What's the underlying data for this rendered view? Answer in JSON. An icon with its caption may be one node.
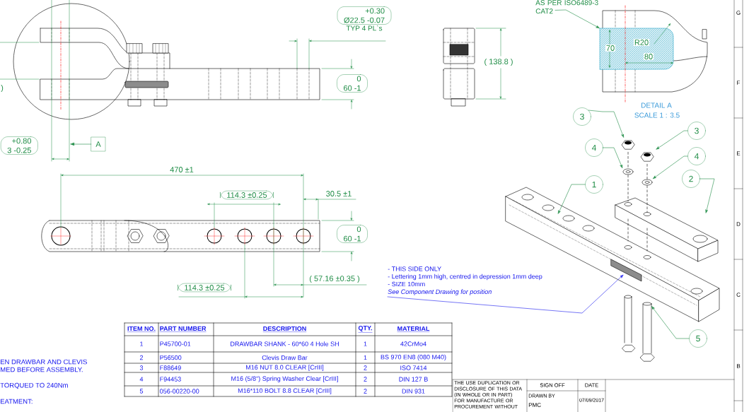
{
  "diagram": {
    "nodes": [
      {
        "text": [
          "+0.30",
          "Ø22.5 -0.07"
        ],
        "beside": [
          "TYP 4 PL`s"
        ]
      },
      {
        "text": [
          "0",
          "60 -1"
        ]
      },
      {
        "text": [
          "+0.80",
          "3 -0.25"
        ]
      },
      {
        "text": [
          "A"
        ]
      },
      {
        "text": [
          "AS PER ISO6489-3 CAT2"
        ]
      },
      {
        "text": [
          "114.3 ±0.25"
        ]
      },
      {
        "text": [
          "0",
          "60 -1"
        ]
      },
      {
        "text": [
          "114.3 ±0.25"
        ]
      },
      {
        "text": [
          "- THIS SIDE ONLY",
          "- Lettering 1mm high, centred in depression 1mm deep",
          "- SIZE 10mm",
          "See Component Drawing for position"
        ]
      },
      {
        "text": [
          "3"
        ]
      },
      {
        "text": [
          "3"
        ]
      },
      {
        "text": [
          "4"
        ]
      },
      {
        "text": [
          "4"
        ]
      },
      {
        "text": [
          "1"
        ]
      },
      {
        "text": [
          "2"
        ]
      },
      {
        "text": [
          "5"
        ]
      },
      {
        "text": [],
        "shape": "picture"
      },
      {
        "text": [],
        "shape": "picture"
      },
      {
        "text": [],
        "shape": "picture"
      },
      {
        "text": [],
        "shape": "picture"
      },
      {
        "text": [],
        "shape": "picture"
      },
      {
        "text": [],
        "shape": "picture"
      },
      {
        "text": [],
        "shape": "picture"
      },
      {
        "text": [],
        "shape": "picture",
        "in": 20
      },
      {
        "text": [],
        "shape": "picture"
      }
    ],
    "edges": [
      {
        "from": 4,
        "to": 24,
        "arrow": "to"
      },
      {
        "from": 9,
        "to": 16,
        "arrow": "to"
      },
      {
        "from": 10,
        "to": 17,
        "arrow": "to"
      },
      {
        "from": 11,
        "to": 18,
        "arrow": "to"
      },
      {
        "from": 12,
        "to": 19,
        "arrow": "to"
      },
      {
        "from": 13,
        "to": 20,
        "arrow": "to"
      },
      {
        "from": 14,
        "to": 21,
        "arrow": "to"
      },
      {
        "from": 15,
        "to": 22,
        "arrow": "to"
      },
      {
        "from": 8,
        "to": 23,
        "arrow": "to",
        "color": "#1a1aee"
      },
      {
        "from": 3,
        "to": null,
        "arrow": "to"
      },
      {
        "from": 16,
        "to": 18,
        "arrow": "none",
        "style": "dashed",
        "color": "#000000"
      },
      {
        "from": 18,
        "to": 21,
        "arrow": "none",
        "style": "dashed",
        "color": "#000000"
      },
      {
        "from": 21,
        "to": 20,
        "arrow": "none",
        "style": "dashed",
        "color": "#000000"
      },
      {
        "from": 17,
        "to": 19,
        "arrow": "none",
        "style": "dashed",
        "color": "#000000"
      },
      {
        "from": 19,
        "to": 21,
        "arrow": "none",
        "style": "dashed",
        "color": "#000000"
      },
      {
        "from": 21,
        "to": 20,
        "arrow": "none",
        "style": "dashed",
        "color": "#000000"
      }
    ],
    "labels": [
      ")",
      "( 138.8 )",
      "70",
      "R20",
      "80",
      "DETAIL A",
      "SCALE 1 : 3.5",
      "G",
      "F",
      "E",
      "D",
      "470 ±1",
      "30.5 ±1",
      "( 57.16 ±0.35 )",
      "C",
      "ITEM NO.",
      "PART NUMBER",
      "DESCRIPTION",
      "QTY.",
      "MATERIAL",
      "1",
      "P45700-01",
      "DRAWBAR SHANK - 60*60 4 Hole SH",
      "1",
      "42CrMo4",
      "2",
      "P56500",
      "Clevis Draw Bar",
      "1",
      "BS 970 EN8 (080 M40)",
      "3",
      "F88649",
      "M16 NUT 8.0 CLEAR [CrIII]",
      "2",
      "ISO 7414",
      "4",
      "F94453",
      "M16 (5/8\") Spring Washer Clear [CrIII]",
      "2",
      "DIN 127 B",
      "5",
      "056-00220-00",
      "M16*110 BOLT 8.8 CLEAR [CrIII]",
      "2",
      "DIN 931",
      "EN DRAWBAR AND CLEVIS",
      "MED BEFORE ASSEMBLY.",
      "TORQUED TO 240Nm",
      "EATMENT:",
      "B",
      "THE USE DUPLICATION OR DISCLOSURE OF THIS DATA (IN WHOLE OR IN PART) FOR MANUFACTURE OR PROCUREMENT WITHOUT",
      "SIGN OFF",
      "DATE",
      "DRAWN BY",
      "PMC",
      "07/09/2017"
    ]
  }
}
